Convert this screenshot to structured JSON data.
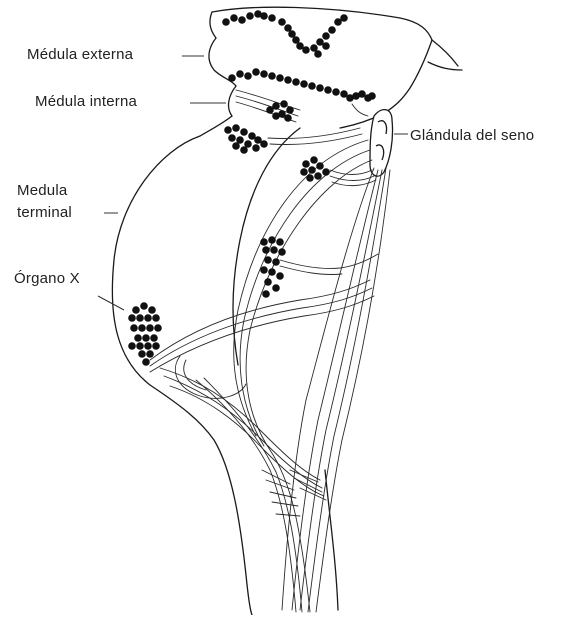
{
  "labels": {
    "medula_externa": "Médula externa",
    "medula_interna": "Médula interna",
    "glandula_seno": "Glándula del seno",
    "medula_terminal_line1": "Medula",
    "medula_terminal_line2": "terminal",
    "organo_x": "Órgano X"
  },
  "colors": {
    "outline": "#1a1a1a",
    "cell": "#111111",
    "text": "#222222",
    "background": "#ffffff"
  }
}
